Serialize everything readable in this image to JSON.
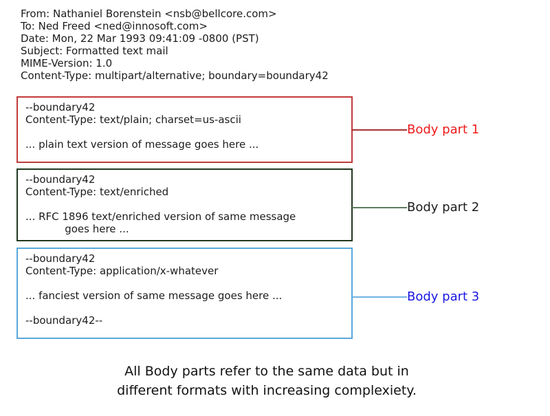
{
  "page": {
    "background": "#ffffff",
    "text_color": "#1c1c1c"
  },
  "email_headers": {
    "lines": [
      "From: Nathaniel Borenstein <nsb@bellcore.com>",
      "To: Ned Freed <ned@innosoft.com>",
      "Date: Mon, 22 Mar 1993 09:41:09 -0800 (PST)",
      "Subject: Formatted text mail",
      "MIME-Version: 1.0",
      "Content-Type: multipart/alternative; boundary=boundary42"
    ]
  },
  "body_parts": [
    {
      "label": "Body part 1",
      "border_color": "#c23c3c",
      "connector_color": "#ab3133",
      "label_color": "#ee1a1a",
      "lines": [
        "--boundary42",
        "Content-Type: text/plain; charset=us-ascii",
        "",
        "... plain text version of message goes here ..."
      ]
    },
    {
      "label": "Body part 2",
      "border_color": "#21381f",
      "connector_color": "#5e7a5f",
      "label_color": "#1d1d1d",
      "lines": [
        "--boundary42",
        "Content-Type: text/enriched",
        "",
        "... RFC 1896 text/enriched version of same message",
        "            goes here ..."
      ]
    },
    {
      "label": "Body part 3",
      "border_color": "#58a7dc",
      "connector_color": "#6fb3e3",
      "label_color": "#1a17e0",
      "lines": [
        "--boundary42",
        "Content-Type: application/x-whatever",
        "",
        "... fanciest version of same message goes here ...",
        "",
        "--boundary42--"
      ]
    }
  ],
  "caption": {
    "lines": [
      "All Body parts refer to the same data but in",
      "different formats with increasing complexiety."
    ]
  }
}
